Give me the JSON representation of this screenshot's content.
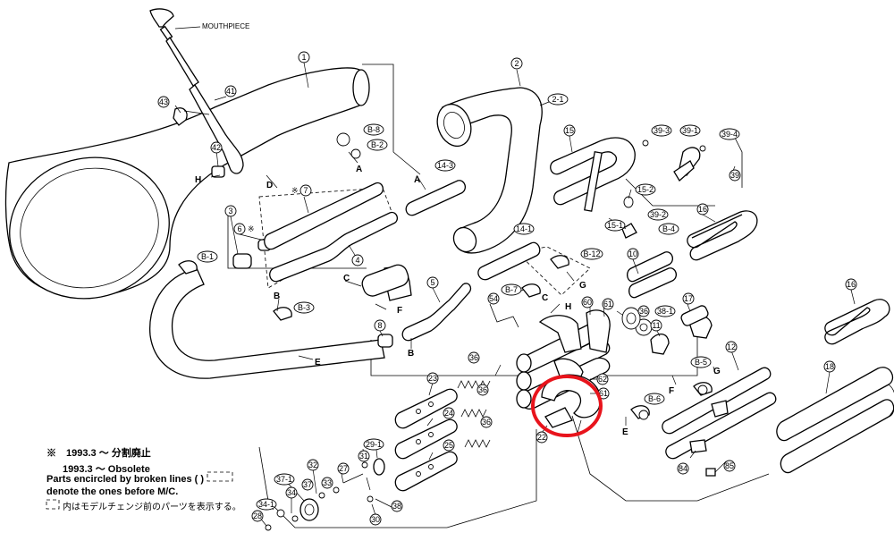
{
  "diagram": {
    "mouthpiece_label": "MOUTHPIECE",
    "part_numbers": {
      "p1": "1",
      "p2": "2",
      "p2_1": "2-1",
      "p3": "3",
      "p4": "4",
      "p5": "5",
      "p6": "6",
      "p7": "7",
      "p7_mark": "※",
      "p8": "8",
      "p10": "10",
      "p11": "11",
      "p12": "12",
      "p14_1": "14-1",
      "p14_3": "14-3",
      "p15": "15",
      "p15_1": "15-1",
      "p15_2": "15-2",
      "p16a": "16",
      "p16b": "16",
      "p17": "17",
      "p18": "18",
      "p22": "22",
      "p23": "23",
      "p24": "24",
      "p25": "25",
      "p27": "27",
      "p28": "28",
      "p29_1": "29-1",
      "p30": "30",
      "p31": "31",
      "p32": "32",
      "p33": "33",
      "p34": "34",
      "p34_1": "34-1",
      "p36a": "36",
      "p36b": "36",
      "p36c": "36",
      "p36d": "36",
      "p37": "37",
      "p37_1": "37-1",
      "p38": "38",
      "p38_1": "38-1",
      "p39": "39",
      "p39_1": "39-1",
      "p39_2": "39-2",
      "p39_3": "39-3",
      "p39_4": "39-4",
      "p41": "41",
      "p42": "42",
      "p43": "43",
      "p54": "54",
      "p60": "60",
      "p61a": "61",
      "p61b": "61",
      "p62": "62",
      "p84": "84",
      "p85": "85",
      "b1": "B-1",
      "b2": "B-2",
      "b3": "B-3",
      "b4": "B-4",
      "b5": "B-5",
      "b6": "B-6",
      "b7": "B-7",
      "b8": "B-8",
      "b12": "B-12"
    },
    "letters": {
      "a1": "A",
      "a2": "A",
      "b1": "B",
      "b2": "B",
      "c1": "C",
      "c2": "C",
      "d": "D",
      "e1": "E",
      "e2": "E",
      "f1": "F",
      "f2": "F",
      "g1": "G",
      "g2": "G",
      "h1": "H",
      "h2": "H"
    },
    "highlight_color": "#e8141c"
  },
  "notes": {
    "line1": "※　1993.3 ～ 分割廃止",
    "line2": "1993.3 ～ Obsolete",
    "line3": "Parts encircled by broken lines (        )",
    "line4": "denote the ones before M/C.",
    "line5": "内はモデルチェンジ前のパーツを表示する。"
  }
}
